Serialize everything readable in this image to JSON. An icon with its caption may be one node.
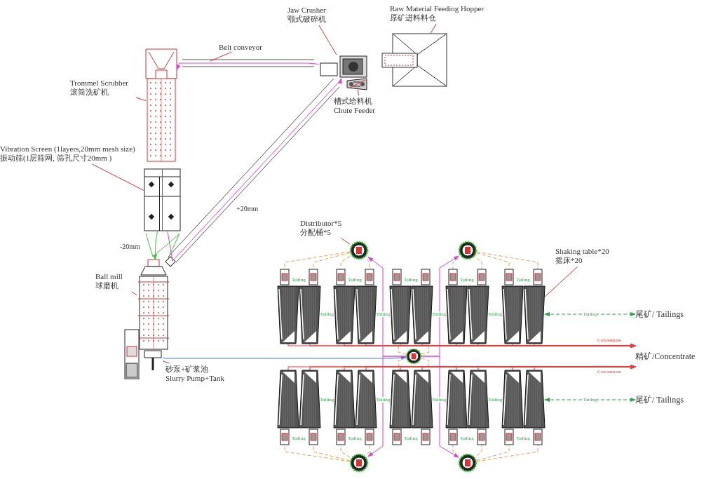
{
  "diagram": {
    "nodes": [
      {
        "text": [
          "Raw Material Feeding Hopper",
          "原矿进料料仓"
        ]
      },
      {
        "text": [],
        "shape": "picture"
      },
      {
        "text": [
          "Jaw Crusher",
          "颚式破碎机"
        ]
      },
      {
        "text": [],
        "shape": "picture"
      },
      {
        "text": [
          "槽式给料机",
          "Chute Feeder"
        ]
      },
      {
        "text": [],
        "shape": "picture"
      },
      {
        "text": [
          "Belt conveyor"
        ]
      },
      {
        "text": [
          "Trommel Scrubber",
          "滚筒洗矿机"
        ]
      },
      {
        "text": [],
        "shape": "picture"
      },
      {
        "text": [
          "Vibration Screen (1layers,20mm  mesh size)",
          "振动筛(1层筛网, 筛孔尺寸20mm )"
        ]
      },
      {
        "text": [],
        "shape": "picture"
      },
      {
        "text": [
          "Ball mill",
          "球磨机"
        ]
      },
      {
        "text": [],
        "shape": "picture"
      },
      {
        "text": [
          "砂泵+矿浆池",
          "Slurry Pump+Tank"
        ]
      },
      {
        "text": [],
        "shape": "picture"
      },
      {
        "text": [
          "Distributor*5",
          "分配桶*5"
        ]
      },
      {
        "text": [],
        "shape": "picture"
      },
      {
        "text": [],
        "shape": "picture"
      },
      {
        "text": [],
        "shape": "picture"
      },
      {
        "text": [],
        "shape": "picture"
      },
      {
        "text": [],
        "shape": "picture"
      },
      {
        "text": [
          "Shaking table*20",
          "摇床*20"
        ]
      },
      {
        "text": [],
        "shape": "picture"
      },
      {
        "text": [],
        "shape": "picture"
      },
      {
        "text": [],
        "shape": "picture"
      },
      {
        "text": [],
        "shape": "picture"
      },
      {
        "text": [],
        "shape": "picture"
      },
      {
        "text": [],
        "shape": "picture"
      },
      {
        "text": [],
        "shape": "picture"
      },
      {
        "text": [],
        "shape": "picture"
      },
      {
        "text": [],
        "shape": "picture"
      },
      {
        "text": [],
        "shape": "picture"
      },
      {
        "text": [],
        "shape": "picture"
      },
      {
        "text": [],
        "shape": "picture"
      },
      {
        "text": [],
        "shape": "picture"
      },
      {
        "text": [],
        "shape": "picture"
      },
      {
        "text": [],
        "shape": "picture"
      },
      {
        "text": [],
        "shape": "picture"
      },
      {
        "text": [],
        "shape": "picture"
      },
      {
        "text": [],
        "shape": "picture"
      },
      {
        "text": [],
        "shape": "picture"
      },
      {
        "text": [],
        "shape": "picture"
      },
      {
        "text": [
          "尾矿/ Tailings"
        ]
      },
      {
        "text": [
          "精矿/Concentrate"
        ]
      },
      {
        "text": [
          "尾矿/ Tailings"
        ]
      }
    ],
    "edges": [
      {
        "from": 0,
        "to": 1,
        "arrow": "none",
        "color": "#e03030"
      },
      {
        "from": 2,
        "to": 3,
        "arrow": "none",
        "color": "#e03030"
      },
      {
        "from": 4,
        "to": 5,
        "arrow": "none",
        "color": "#e03030"
      },
      {
        "from": 6,
        "to": null,
        "arrow": "none",
        "color": "#e03030"
      },
      {
        "from": 7,
        "to": 8,
        "arrow": "none",
        "color": "#e03030"
      },
      {
        "from": 9,
        "to": 10,
        "arrow": "none",
        "color": "#e03030"
      },
      {
        "from": 11,
        "to": 12,
        "arrow": "none",
        "color": "#e03030"
      },
      {
        "from": 13,
        "to": 14,
        "arrow": "none",
        "color": "#e03030"
      },
      {
        "from": 15,
        "to": 16,
        "arrow": "none",
        "color": "#e03030"
      },
      {
        "from": 21,
        "to": 31,
        "arrow": "none",
        "color": "#e03030"
      },
      {
        "from": 3,
        "to": 8,
        "arrow": "to",
        "color": "#e040e0"
      },
      {
        "from": 10,
        "to": 3,
        "label": "+20mm",
        "arrow": "to",
        "color": "#e040e0"
      },
      {
        "from": 10,
        "to": 12,
        "label": "-20mm",
        "arrow": "to",
        "color": "#33cc33"
      },
      {
        "from": 14,
        "to": 18,
        "arrow": "to",
        "color": "#3a7fd5"
      },
      {
        "from": 18,
        "to": 16,
        "arrow": "to",
        "color": "#e040e0"
      },
      {
        "from": 18,
        "to": 17,
        "arrow": "to",
        "color": "#e040e0"
      },
      {
        "from": 18,
        "to": 19,
        "arrow": "to",
        "color": "#e040e0"
      },
      {
        "from": 18,
        "to": 20,
        "arrow": "to",
        "color": "#e040e0"
      },
      {
        "from": 16,
        "to": 22,
        "arrow": "none",
        "style": "dashed",
        "color": "#f0a050"
      },
      {
        "from": 16,
        "to": 23,
        "arrow": "none",
        "style": "dashed",
        "color": "#f0a050"
      },
      {
        "from": 16,
        "to": 24,
        "arrow": "none",
        "style": "dashed",
        "color": "#f0a050"
      },
      {
        "from": 16,
        "to": 25,
        "arrow": "none",
        "style": "dashed",
        "color": "#f0a050"
      },
      {
        "from": 17,
        "to": 28,
        "arrow": "none",
        "style": "dashed",
        "color": "#f0a050"
      },
      {
        "from": 17,
        "to": 29,
        "arrow": "none",
        "style": "dashed",
        "color": "#f0a050"
      },
      {
        "from": 17,
        "to": 30,
        "arrow": "none",
        "style": "dashed",
        "color": "#f0a050"
      },
      {
        "from": 17,
        "to": 31,
        "arrow": "none",
        "style": "dashed",
        "color": "#f0a050"
      },
      {
        "from": 18,
        "to": 26,
        "arrow": "none",
        "style": "dashed",
        "color": "#f0a050"
      },
      {
        "from": 18,
        "to": 27,
        "arrow": "none",
        "style": "dashed",
        "color": "#f0a050"
      },
      {
        "from": 18,
        "to": 36,
        "arrow": "none",
        "style": "dashed",
        "color": "#f0a050"
      },
      {
        "from": 18,
        "to": 37,
        "arrow": "none",
        "style": "dashed",
        "color": "#f0a050"
      },
      {
        "from": 19,
        "to": 32,
        "arrow": "none",
        "style": "dashed",
        "color": "#f0a050"
      },
      {
        "from": 19,
        "to": 33,
        "arrow": "none",
        "style": "dashed",
        "color": "#f0a050"
      },
      {
        "from": 19,
        "to": 34,
        "arrow": "none",
        "style": "dashed",
        "color": "#f0a050"
      },
      {
        "from": 19,
        "to": 35,
        "arrow": "none",
        "style": "dashed",
        "color": "#f0a050"
      },
      {
        "from": 20,
        "to": 38,
        "arrow": "none",
        "style": "dashed",
        "color": "#f0a050"
      },
      {
        "from": 20,
        "to": 39,
        "arrow": "none",
        "style": "dashed",
        "color": "#f0a050"
      },
      {
        "from": 20,
        "to": 40,
        "arrow": "none",
        "style": "dashed",
        "color": "#f0a050"
      },
      {
        "from": 20,
        "to": 41,
        "arrow": "none",
        "style": "dashed",
        "color": "#f0a050"
      },
      {
        "from": 24,
        "to": 23,
        "label": "Tailing",
        "arrow": "to",
        "style": "dashed",
        "color": "#22aa44"
      },
      {
        "from": 26,
        "to": 25,
        "label": "Tailing",
        "arrow": "to",
        "style": "dashed",
        "color": "#22aa44"
      },
      {
        "from": 28,
        "to": 27,
        "label": "Tailing",
        "arrow": "to",
        "style": "dashed",
        "color": "#22aa44"
      },
      {
        "from": 30,
        "to": 29,
        "label": "Tailing",
        "arrow": "to",
        "style": "dashed",
        "color": "#22aa44"
      },
      {
        "from": 31,
        "to": 42,
        "label": "Tailing",
        "arrow": "both",
        "style": "dashed",
        "color": "#22aa44"
      },
      {
        "from": 34,
        "to": 33,
        "label": "Tailing",
        "arrow": "to",
        "style": "dashed",
        "color": "#22aa44"
      },
      {
        "from": 36,
        "to": 35,
        "label": "Tailing",
        "arrow": "to",
        "style": "dashed",
        "color": "#22aa44"
      },
      {
        "from": 38,
        "to": 37,
        "label": "Tailing",
        "arrow": "to",
        "style": "dashed",
        "color": "#22aa44"
      },
      {
        "from": 40,
        "to": 39,
        "label": "Tailing",
        "arrow": "to",
        "style": "dashed",
        "color": "#22aa44"
      },
      {
        "from": 41,
        "to": 44,
        "label": "Tailing",
        "arrow": "both",
        "style": "dashed",
        "color": "#22aa44"
      },
      {
        "from": 22,
        "to": 43,
        "arrow": "to",
        "color": "#ff3333"
      },
      {
        "from": 23,
        "to": 43,
        "arrow": "to",
        "color": "#ff3333"
      },
      {
        "from": 24,
        "to": 43,
        "arrow": "to",
        "color": "#ff3333"
      },
      {
        "from": 25,
        "to": 43,
        "arrow": "to",
        "color": "#ff3333"
      },
      {
        "from": 26,
        "to": 43,
        "arrow": "to",
        "color": "#ff3333"
      },
      {
        "from": 27,
        "to": 43,
        "arrow": "to",
        "color": "#ff3333"
      },
      {
        "from": 28,
        "to": 43,
        "arrow": "to",
        "color": "#ff3333"
      },
      {
        "from": 29,
        "to": 43,
        "arrow": "to",
        "color": "#ff3333"
      },
      {
        "from": 30,
        "to": 43,
        "arrow": "to",
        "color": "#ff3333"
      },
      {
        "from": 31,
        "to": 43,
        "arrow": "to",
        "color": "#ff3333"
      },
      {
        "from": 32,
        "to": 43,
        "arrow": "to",
        "color": "#ff3333"
      },
      {
        "from": 33,
        "to": 43,
        "arrow": "to",
        "color": "#ff3333"
      },
      {
        "from": 34,
        "to": 43,
        "arrow": "to",
        "color": "#ff3333"
      },
      {
        "from": 35,
        "to": 43,
        "arrow": "to",
        "color": "#ff3333"
      },
      {
        "from": 36,
        "to": 43,
        "arrow": "to",
        "color": "#ff3333"
      },
      {
        "from": 37,
        "to": 43,
        "arrow": "to",
        "color": "#ff3333"
      },
      {
        "from": 38,
        "to": 43,
        "arrow": "to",
        "color": "#ff3333"
      },
      {
        "from": 39,
        "to": 43,
        "arrow": "to",
        "color": "#ff3333"
      },
      {
        "from": 40,
        "to": 43,
        "arrow": "to",
        "color": "#ff3333"
      },
      {
        "from": 41,
        "to": 43,
        "arrow": "to",
        "color": "#ff3333"
      }
    ],
    "labels": [
      "Tailing",
      "Tailing",
      "Tailing",
      "Tailing",
      "Tailing",
      "Concentrate",
      "Concentrate",
      "Tailing",
      "Tailing",
      "Tailing",
      "Tailing",
      "Tailing"
    ]
  }
}
